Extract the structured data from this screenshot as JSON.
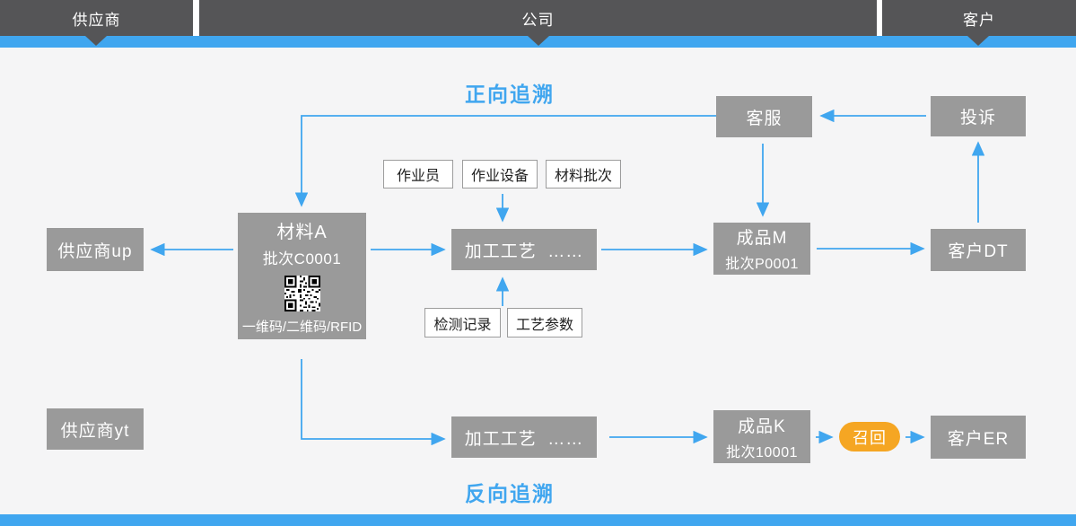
{
  "header": {
    "segments": [
      {
        "id": "supplier",
        "label": "供应商"
      },
      {
        "id": "company",
        "label": "公司"
      },
      {
        "id": "customer",
        "label": "客户"
      }
    ]
  },
  "titles": {
    "forward": "正向追溯",
    "backward": "反向追溯"
  },
  "nodes": {
    "customer_service": {
      "label": "客服"
    },
    "complaint": {
      "label": "投诉"
    },
    "supplier_up": {
      "label": "供应商up"
    },
    "supplier_yt": {
      "label": "供应商yt"
    },
    "material_a": {
      "title": "材料A",
      "batch": "批次C0001",
      "codes": "一维码/二维码/RFID"
    },
    "process_top": {
      "label": "加工工艺  ……"
    },
    "process_bottom": {
      "label": "加工工艺  ……"
    },
    "product_m": {
      "title": "成品M",
      "batch": "批次P0001"
    },
    "product_k": {
      "title": "成品K",
      "batch": "批次10001"
    },
    "customer_dt": {
      "label": "客户DT"
    },
    "customer_er": {
      "label": "客户ER"
    },
    "recall": {
      "label": "召回"
    }
  },
  "tags": {
    "operator": "作业员",
    "equipment": "作业设备",
    "material_batch": "材料批次",
    "inspection_record": "检测记录",
    "process_params": "工艺参数"
  },
  "edges": [
    "投诉 → 客服",
    "客服 → 材料A",
    "客服 → 成品M",
    "客户DT → 投诉",
    "作业员/作业设备/材料批次 → 加工工艺",
    "材料A → 供应商up",
    "材料A → 加工工艺",
    "加工工艺 → 成品M",
    "成品M → 客户DT",
    "检测记录/工艺参数 → 加工工艺",
    "材料A → 加工工艺(下)",
    "加工工艺(下) → 成品K",
    "成品K → 召回",
    "召回 → 客户ER"
  ],
  "colors": {
    "accent_blue": "#40A6EF",
    "bar_dark": "#555557",
    "node_gray": "#9A9A9A",
    "recall_orange": "#F5A623",
    "background": "#F5F5F6"
  }
}
